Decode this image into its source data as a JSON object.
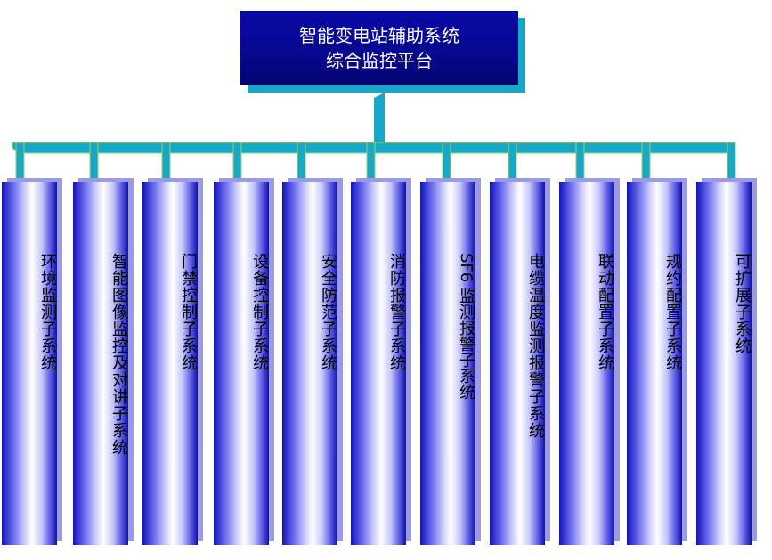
{
  "root": {
    "line1": "智能变电站辅助系统",
    "line2": "综合监控平台"
  },
  "subsystems": [
    "环境监测子系统",
    "智能图像监控及对讲子系统",
    "门禁控制子系统",
    "设备控制子系统",
    "安全防范子系统",
    "消防报警子系统",
    "SF6 监测报警子系统",
    "电缆温度监测报警子系统",
    "联动配置子系统",
    "规约配置子系统",
    "可扩展子系统"
  ],
  "colors": {
    "root_fill": "#07078e",
    "connector": "#18a7c7",
    "connector_edge": "#9ad36a",
    "pillar_dark": "#1414b4"
  }
}
